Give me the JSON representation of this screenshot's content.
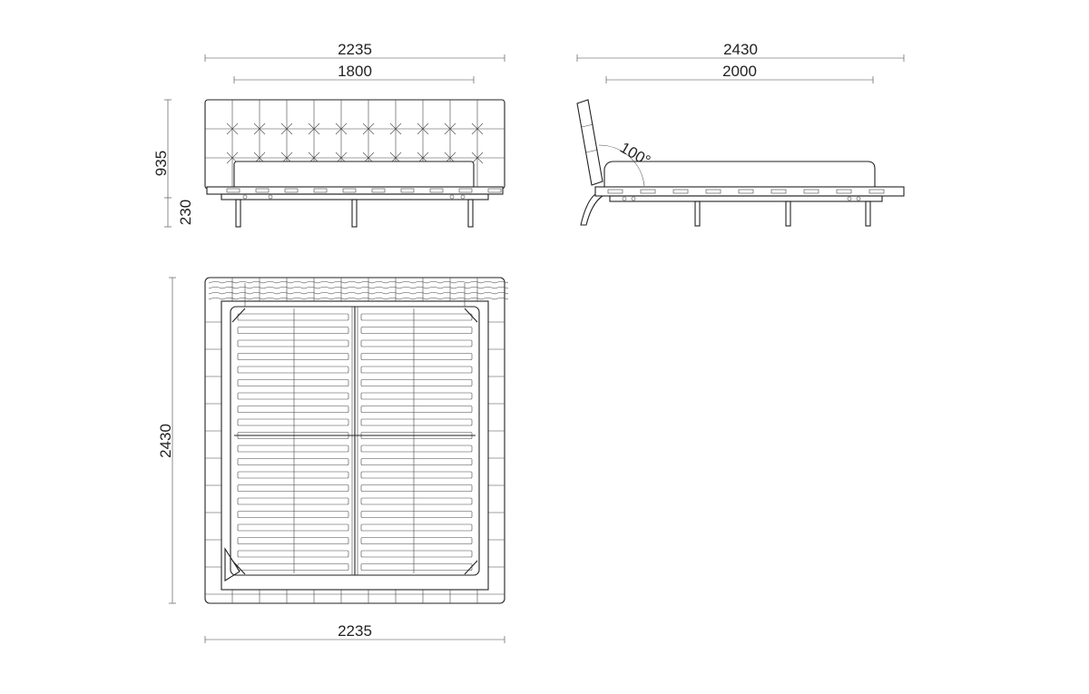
{
  "front_view": {
    "overall_width": "2235",
    "mattress_width": "1800",
    "total_height": "935",
    "frame_height": "230"
  },
  "side_view": {
    "overall_length": "2430",
    "mattress_length": "2000",
    "headboard_angle": "100°"
  },
  "plan_view": {
    "overall_length": "2430",
    "overall_width": "2235"
  },
  "colors": {
    "line": "#222222",
    "background": "#ffffff"
  }
}
